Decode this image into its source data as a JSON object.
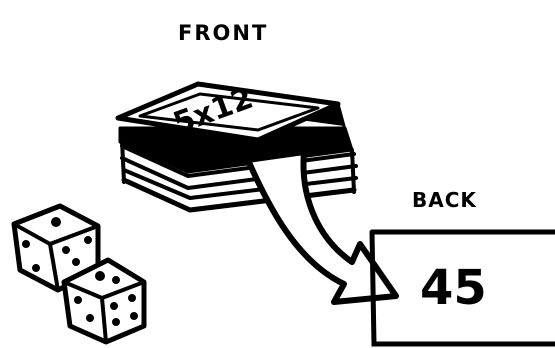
{
  "labels": {
    "front": "FRONT",
    "back": "BACK",
    "card_front_text": "5x12",
    "card_back_number": "45"
  },
  "icons": {
    "card_stack": "card-stack-icon",
    "dice": "dice-icon",
    "flip_arrow": "curved-arrow-icon"
  },
  "colors": {
    "ink": "#000000",
    "paper": "#ffffff"
  }
}
